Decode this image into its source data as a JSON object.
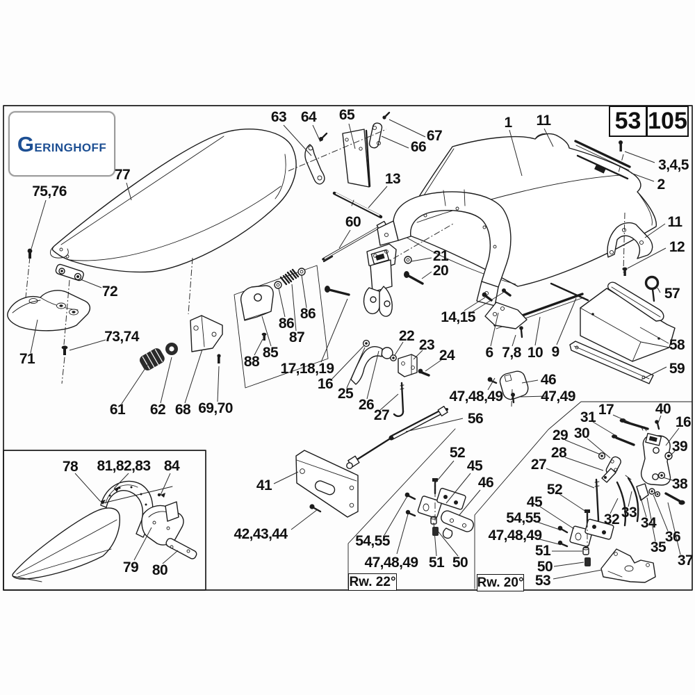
{
  "page": {
    "logo_text": "GERINGHOFF",
    "code_left": "53",
    "code_right": "105"
  },
  "badges": {
    "left": "Rw. 22°",
    "right": "Rw. 20°"
  },
  "labels": [
    {
      "text": "63"
    },
    {
      "text": "64"
    },
    {
      "text": "65"
    },
    {
      "text": "67"
    },
    {
      "text": "66"
    },
    {
      "text": "77"
    },
    {
      "text": "1"
    },
    {
      "text": "11"
    },
    {
      "text": "3,4,5"
    },
    {
      "text": "2"
    },
    {
      "text": "75,76"
    },
    {
      "text": "13"
    },
    {
      "text": "60"
    },
    {
      "text": "21"
    },
    {
      "text": "20"
    },
    {
      "text": "11"
    },
    {
      "text": "12"
    },
    {
      "text": "57"
    },
    {
      "text": "72"
    },
    {
      "text": "86"
    },
    {
      "text": "86"
    },
    {
      "text": "87"
    },
    {
      "text": "85"
    },
    {
      "text": "88"
    },
    {
      "text": "14,15"
    },
    {
      "text": "17,18,19"
    },
    {
      "text": "16"
    },
    {
      "text": "22"
    },
    {
      "text": "23"
    },
    {
      "text": "24"
    },
    {
      "text": "25"
    },
    {
      "text": "26"
    },
    {
      "text": "27"
    },
    {
      "text": "71"
    },
    {
      "text": "73,74"
    },
    {
      "text": "61"
    },
    {
      "text": "62"
    },
    {
      "text": "68"
    },
    {
      "text": "69,70"
    },
    {
      "text": "6"
    },
    {
      "text": "7,8"
    },
    {
      "text": "10"
    },
    {
      "text": "9"
    },
    {
      "text": "58"
    },
    {
      "text": "59"
    },
    {
      "text": "46"
    },
    {
      "text": "47,48,49"
    },
    {
      "text": "47,49"
    },
    {
      "text": "56"
    },
    {
      "text": "41"
    },
    {
      "text": "42,43,44"
    },
    {
      "text": "52"
    },
    {
      "text": "45"
    },
    {
      "text": "46"
    },
    {
      "text": "54,55"
    },
    {
      "text": "47,48,49"
    },
    {
      "text": "51"
    },
    {
      "text": "50"
    },
    {
      "text": "17"
    },
    {
      "text": "40"
    },
    {
      "text": "16"
    },
    {
      "text": "31"
    },
    {
      "text": "29"
    },
    {
      "text": "30"
    },
    {
      "text": "28"
    },
    {
      "text": "39"
    },
    {
      "text": "27"
    },
    {
      "text": "38"
    },
    {
      "text": "52"
    },
    {
      "text": "32"
    },
    {
      "text": "33"
    },
    {
      "text": "34"
    },
    {
      "text": "36"
    },
    {
      "text": "35"
    },
    {
      "text": "37"
    },
    {
      "text": "45"
    },
    {
      "text": "54,55"
    },
    {
      "text": "47,48,49"
    },
    {
      "text": "51"
    },
    {
      "text": "50"
    },
    {
      "text": "53"
    },
    {
      "text": "78"
    },
    {
      "text": "81,82,83"
    },
    {
      "text": "84"
    },
    {
      "text": "79"
    },
    {
      "text": "80"
    }
  ]
}
